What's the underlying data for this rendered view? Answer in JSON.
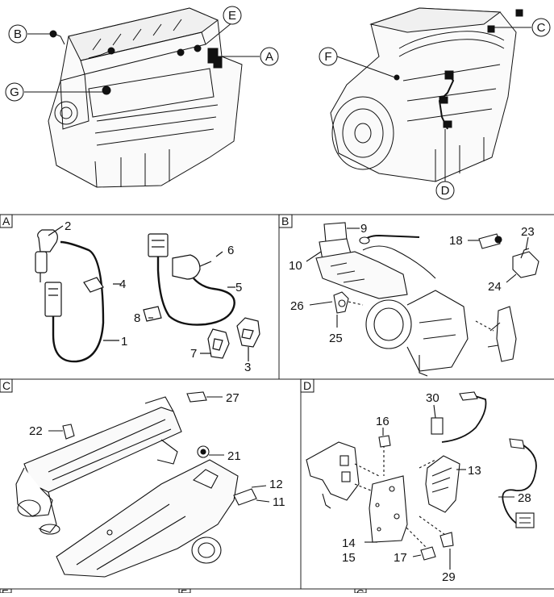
{
  "callouts": {
    "A": "A",
    "B": "B",
    "C": "C",
    "D": "D",
    "E": "E",
    "F": "F",
    "G": "G"
  },
  "panels": {
    "A": {
      "label": "A",
      "parts": [
        "1",
        "2",
        "3",
        "4",
        "5",
        "6",
        "7",
        "8"
      ]
    },
    "B": {
      "label": "B",
      "parts": [
        "9",
        "10",
        "18",
        "23",
        "24",
        "25",
        "26"
      ]
    },
    "C": {
      "label": "C",
      "parts": [
        "11",
        "12",
        "21",
        "22",
        "27"
      ]
    },
    "D": {
      "label": "D",
      "parts": [
        "13",
        "14",
        "15",
        "16",
        "17",
        "28",
        "29",
        "30"
      ]
    },
    "bottom_row": [
      "E",
      "F",
      "G"
    ]
  },
  "colors": {
    "ink": "#111111",
    "panel_border": "#222222",
    "background": "#ffffff"
  }
}
